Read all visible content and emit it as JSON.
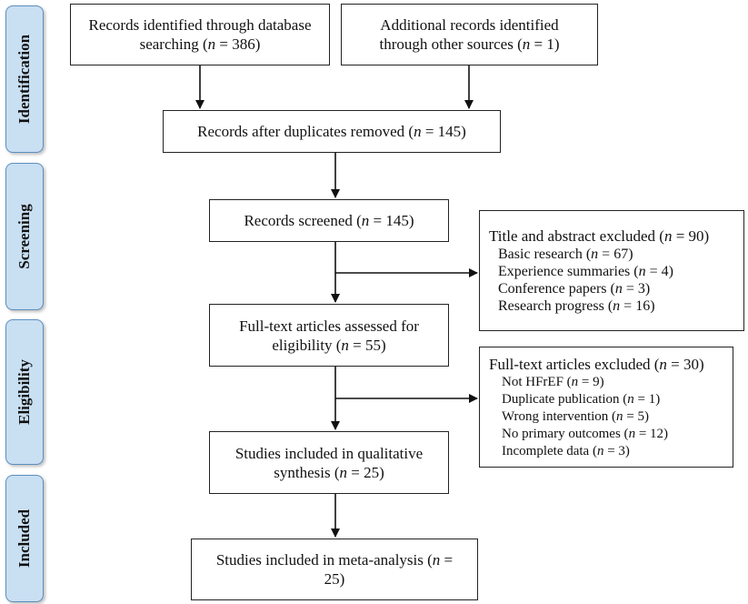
{
  "phases": {
    "identification": "Identification",
    "screening": "Screening",
    "eligibility": "Eligibility",
    "included": "Included"
  },
  "boxes": {
    "db_search": {
      "line1": "Records identified through database",
      "line2": "searching (n = 386)"
    },
    "other_sources": {
      "line1": "Additional records identified",
      "line2": "through other sources (n = 1)"
    },
    "dedup": {
      "text": "Records after duplicates removed (n = 145)"
    },
    "screened": {
      "text": "Records screened (n = 145)"
    },
    "tiab_excluded": {
      "title": "Title and abstract excluded (n = 90)",
      "items": [
        "Basic research (n = 67)",
        "Experience summaries (n = 4)",
        "Conference papers (n = 3)",
        "Research progress (n = 16)"
      ]
    },
    "fulltext_assessed": {
      "line1": "Full-text articles assessed for",
      "line2": "eligibility (n = 55)"
    },
    "fulltext_excluded": {
      "title": "Full-text articles excluded (n = 30)",
      "items": [
        "Not HFrEF (n = 9)",
        "Duplicate publication (n = 1)",
        "Wrong intervention (n = 5)",
        "No primary outcomes (n = 12)",
        "Incomplete data (n = 3)"
      ]
    },
    "qualitative": {
      "line1": "Studies included in qualitative",
      "line2": "synthesis (n = 25)"
    },
    "meta": {
      "line1": "Studies included in meta-analysis (n =",
      "line2": "25)"
    }
  }
}
